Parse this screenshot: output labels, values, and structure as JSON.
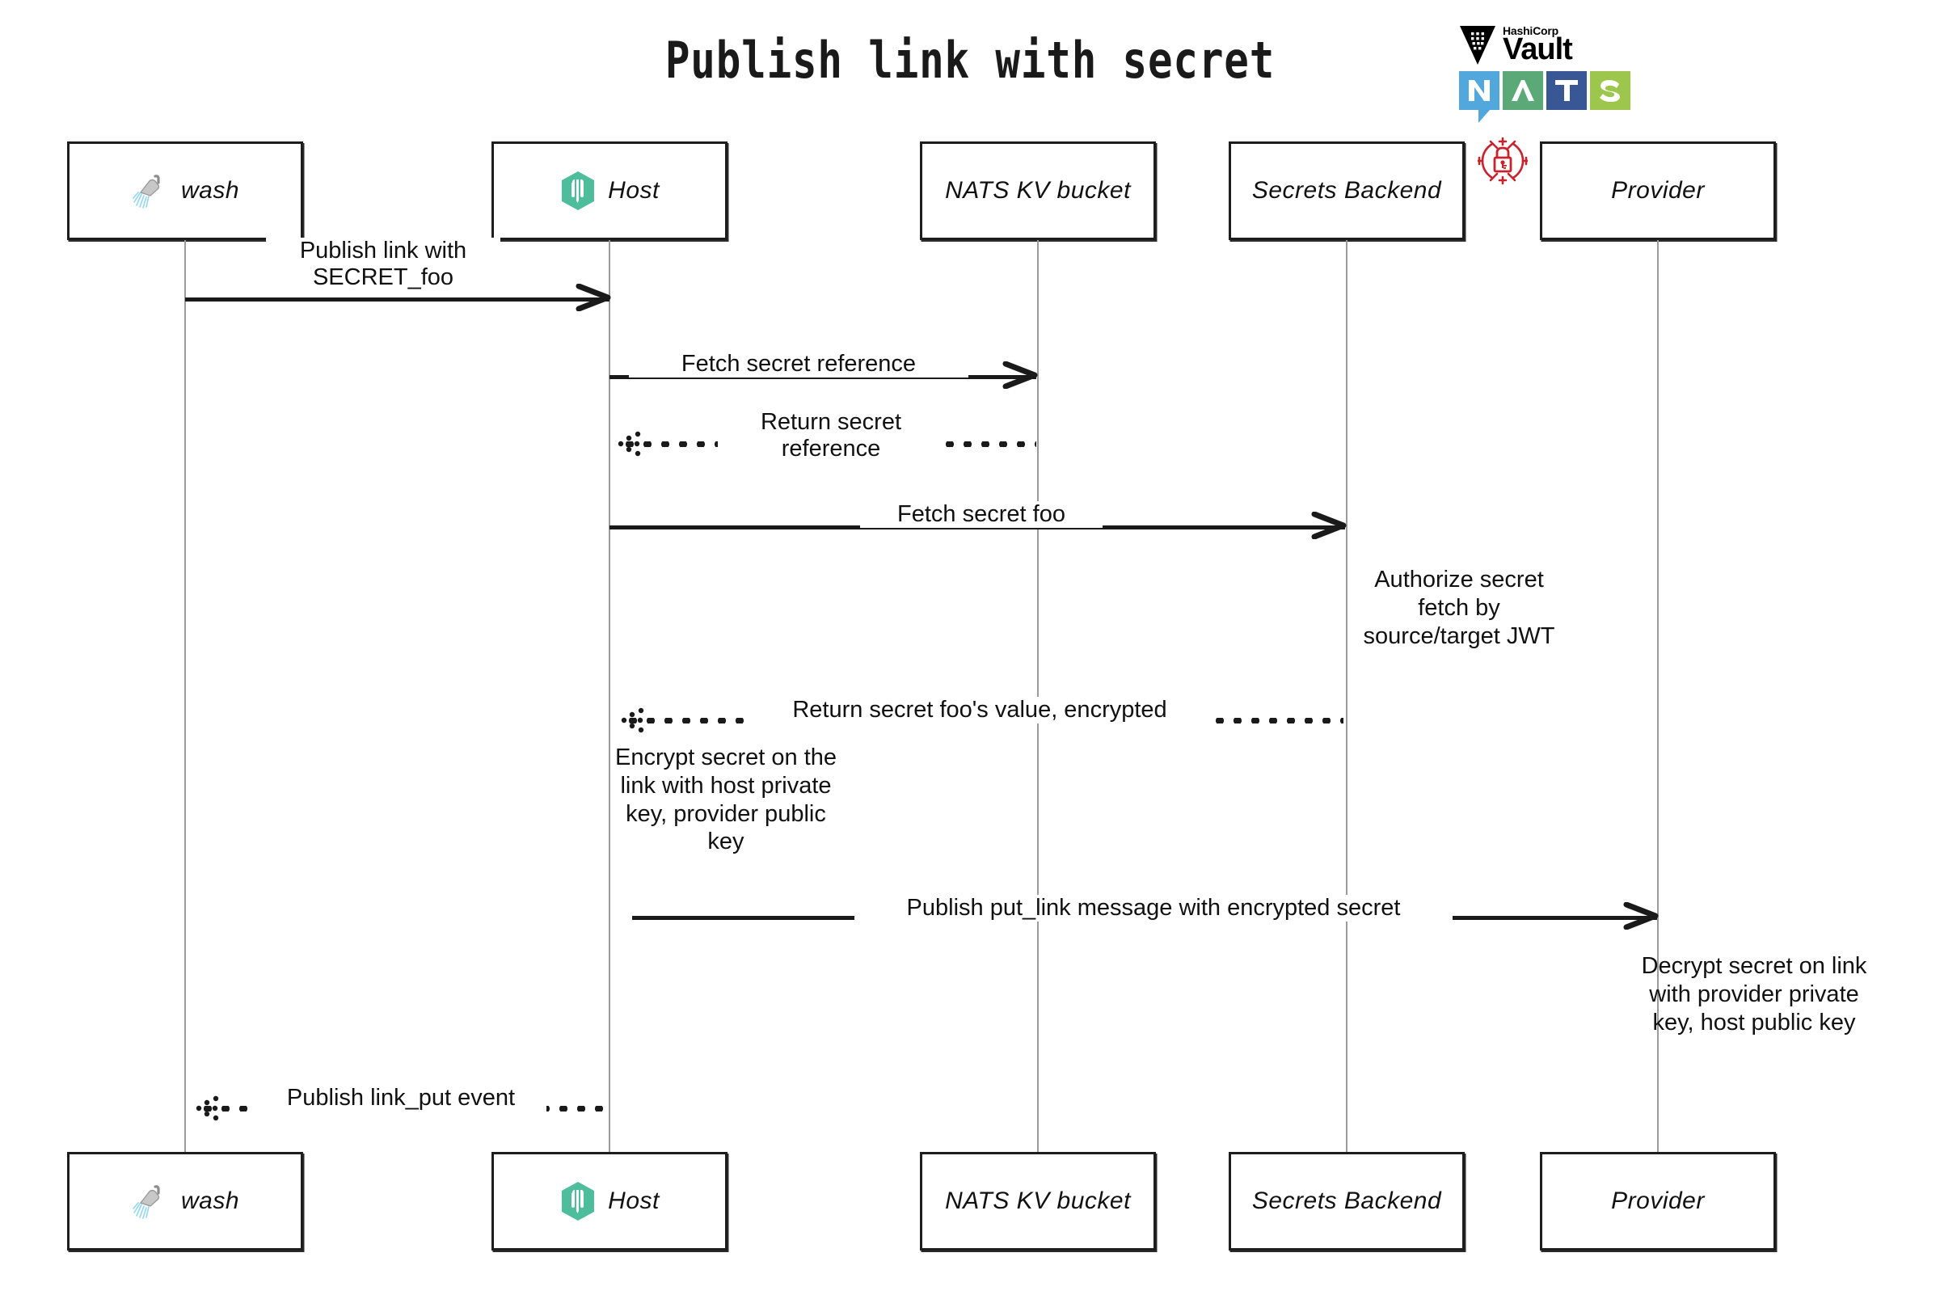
{
  "title": "Publish link with secret",
  "logos": {
    "vault": {
      "brand": "HashiCorp",
      "name": "Vault",
      "mark_name": "vault-triangle-icon",
      "color": "#000000"
    },
    "nats": {
      "letters": [
        "N",
        "A",
        "T",
        "S"
      ],
      "colors": [
        "#52a8dc",
        "#5aa977",
        "#3a5795",
        "#9dc64c"
      ]
    },
    "lock_badge": {
      "name": "secure-lock-icon",
      "color": "#c8232c"
    }
  },
  "participants": [
    {
      "id": "wash",
      "label": "wash",
      "icon": "shower-icon"
    },
    {
      "id": "host",
      "label": "Host",
      "icon": "wasmcloud-hex-icon"
    },
    {
      "id": "nats_kv",
      "label": "NATS KV bucket",
      "icon": "none"
    },
    {
      "id": "secrets_backend",
      "label": "Secrets Backend",
      "icon": "none"
    },
    {
      "id": "provider",
      "label": "Provider",
      "icon": "none"
    }
  ],
  "messages": [
    {
      "id": "m1",
      "label": "Publish link with\nSECRET_foo",
      "from": "wash",
      "to": "host",
      "style": "solid",
      "direction": "right"
    },
    {
      "id": "m2",
      "label": "Fetch secret reference",
      "from": "host",
      "to": "nats_kv",
      "style": "solid",
      "direction": "right"
    },
    {
      "id": "m3",
      "label": "Return secret\nreference",
      "from": "nats_kv",
      "to": "host",
      "style": "dotted",
      "direction": "left"
    },
    {
      "id": "m4",
      "label": "Fetch secret foo",
      "from": "host",
      "to": "secrets_backend",
      "style": "solid",
      "direction": "right"
    },
    {
      "id": "m5",
      "label": "Return secret foo's value, encrypted",
      "from": "secrets_backend",
      "to": "host",
      "style": "dotted",
      "direction": "left"
    },
    {
      "id": "m6",
      "label": "Publish put_link message with encrypted secret",
      "from": "host",
      "to": "provider",
      "style": "solid",
      "direction": "right"
    },
    {
      "id": "m7",
      "label": "Publish link_put event",
      "from": "host",
      "to": "wash",
      "style": "dotted",
      "direction": "left"
    }
  ],
  "notes": [
    {
      "id": "n1",
      "text": "Authorize secret\nfetch by\nsource/target JWT",
      "anchor": "secrets_backend"
    },
    {
      "id": "n2",
      "text": "Encrypt secret on the\nlink with host private\nkey, provider public\nkey",
      "anchor": "host"
    },
    {
      "id": "n3",
      "text": "Decrypt secret on link\nwith provider private\nkey, host public key",
      "anchor": "provider"
    }
  ]
}
